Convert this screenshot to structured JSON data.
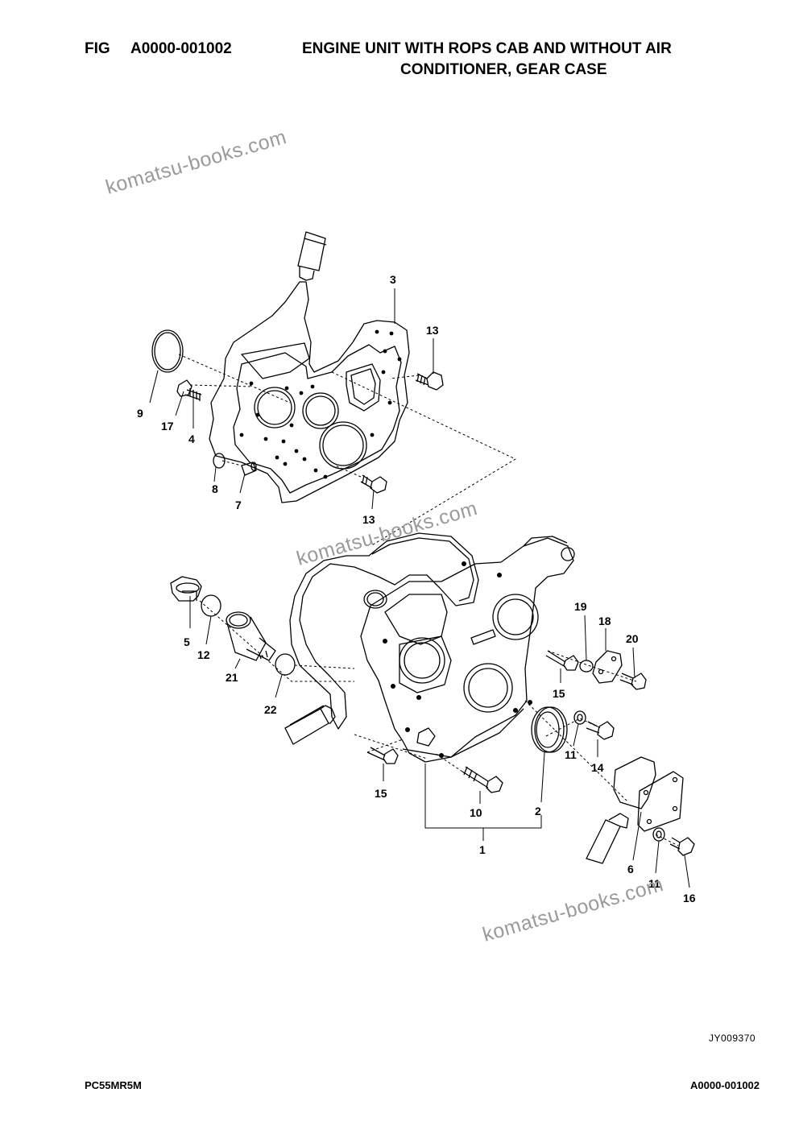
{
  "header": {
    "fig_label": "FIG",
    "fig_number": "A0000-001002",
    "title_line1": "ENGINE UNIT WITH ROPS CAB AND WITHOUT AIR",
    "title_line2": "CONDITIONER, GEAR CASE"
  },
  "watermark": "komatsu-books.com",
  "callouts": [
    "3",
    "13",
    "9",
    "17",
    "4",
    "8",
    "7",
    "13",
    "19",
    "18",
    "20",
    "5",
    "12",
    "21",
    "22",
    "15",
    "11",
    "14",
    "15",
    "10",
    "2",
    "1",
    "6",
    "11",
    "16"
  ],
  "drawing_code": "JY009370",
  "footer": {
    "model": "PC55MR5M",
    "page_code": "A0000-001002"
  }
}
